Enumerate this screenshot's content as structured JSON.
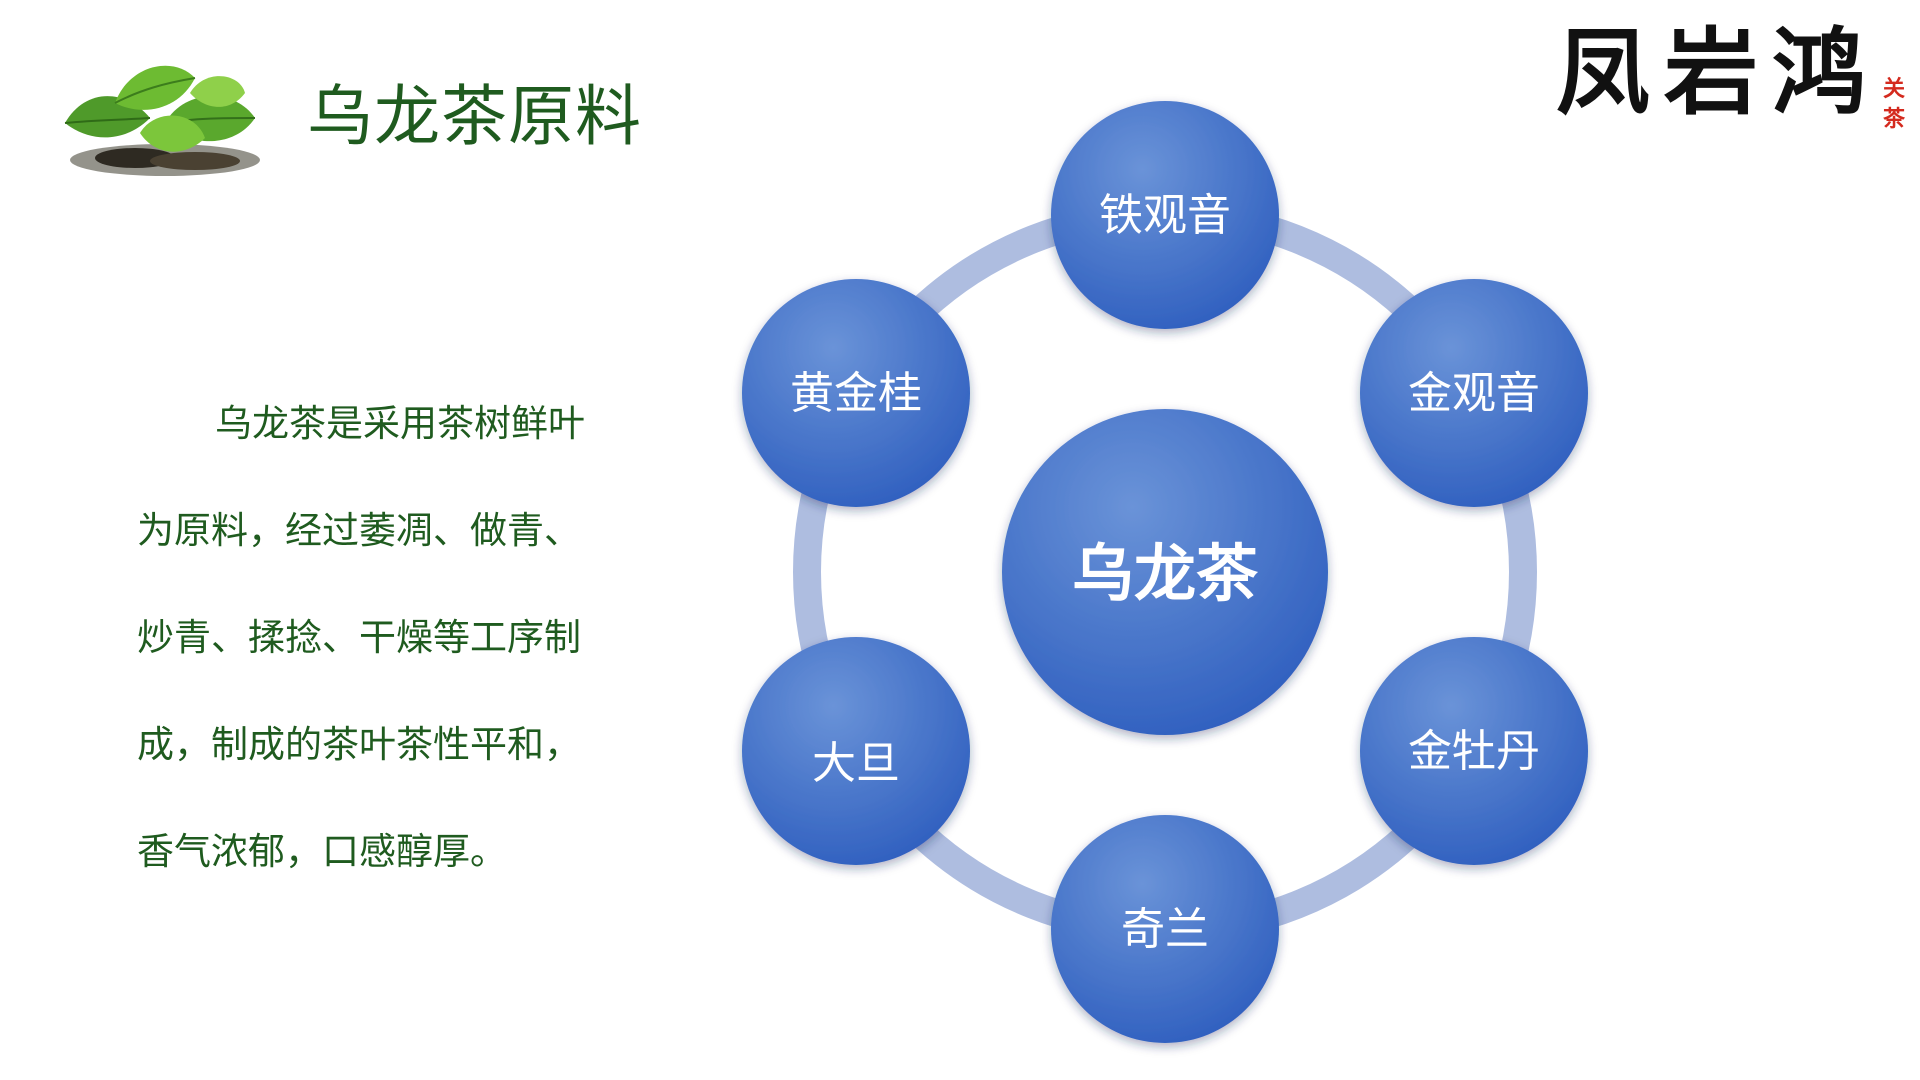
{
  "header": {
    "title": "乌龙茶原料",
    "logo_icon": "tea-leaves-icon"
  },
  "brand": {
    "name": "凤岩鸿",
    "seal_text": "关茶"
  },
  "description": {
    "lines": [
      "乌龙茶是采用茶树鲜叶",
      "为原料，经过萎凋、做青、",
      "炒青、揉捻、干燥等工序制",
      "成，制成的茶叶茶性平和，",
      "香气浓郁，口感醇厚。"
    ]
  },
  "diagram": {
    "center": "乌龙茶",
    "nodes": [
      "铁观音",
      "金观音",
      "金牡丹",
      "奇兰",
      "大旦",
      "黄金桂"
    ],
    "colors": {
      "node_fill": "#3a69c4",
      "node_highlight": "#6a93d8",
      "ring": "#aebde0",
      "text": "#ffffff",
      "title_text": "#1f5b1f",
      "brand_seal": "#d42a1e"
    }
  }
}
